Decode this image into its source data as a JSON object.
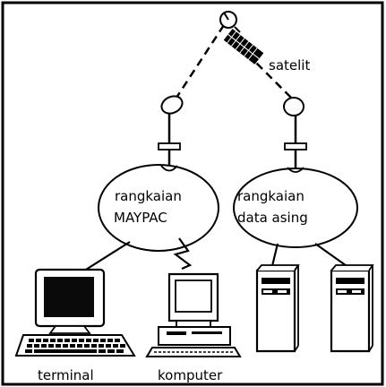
{
  "labels": {
    "satellite": "satelit",
    "network1_line1": "rangkaian",
    "network1_line2": "MAYPAC",
    "network2_line1": "rangkaian",
    "network2_line2": "data asing",
    "terminal": "terminal",
    "computer": "komputer"
  },
  "colors": {
    "ink": "#000000",
    "paper": "#ffffff",
    "screen": "#0a0a0a"
  },
  "icons": {
    "satellite": "satellite-icon",
    "dish": "satellite-dish-icon",
    "terminal": "computer-terminal-icon",
    "computer": "personal-computer-icon",
    "server": "server-tower-icon"
  }
}
